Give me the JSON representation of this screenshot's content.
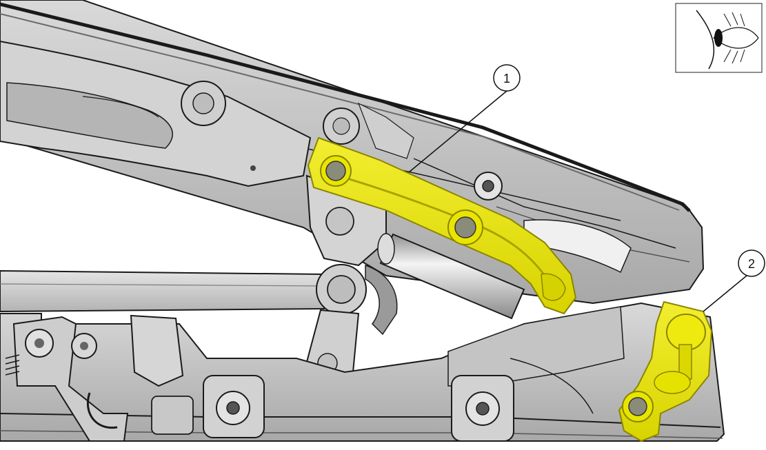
{
  "callouts": [
    {
      "label": "1",
      "part": "highlighted-bracket-upper"
    },
    {
      "label": "2",
      "part": "highlighted-bracket-lower"
    }
  ],
  "view_icon": "eye-view-direction-icon",
  "colors": {
    "highlight": "#e8e400",
    "highlight_shade": "#b9b400",
    "metal_light": "#e6e6e6",
    "metal_mid": "#c9c9c9",
    "metal_dark": "#9c9c9c",
    "outline": "#1a1a1a",
    "background": "#ffffff"
  }
}
